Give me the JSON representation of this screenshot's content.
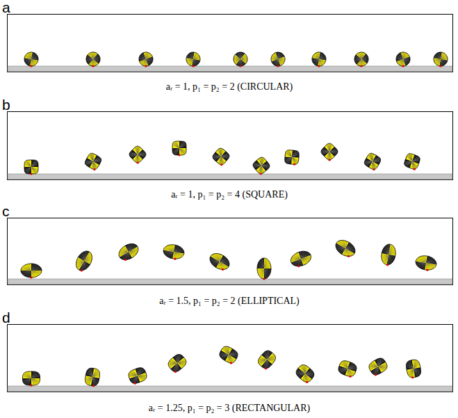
{
  "diagram": {
    "labels": [
      "a",
      "aᵣ = 1, p₁ = p₂ = 2 (CIRCULAR)",
      "b",
      "aᵣ = 1, p₁ = p₂ = 4 (SQUARE)",
      "c",
      "aᵣ = 1.5, p₁ = p₂ = 2 (ELLIPTICAL)",
      "d",
      "aᵣ = 1.25, p₁ = p₂ = 3 (RECTANGULAR)"
    ]
  }
}
